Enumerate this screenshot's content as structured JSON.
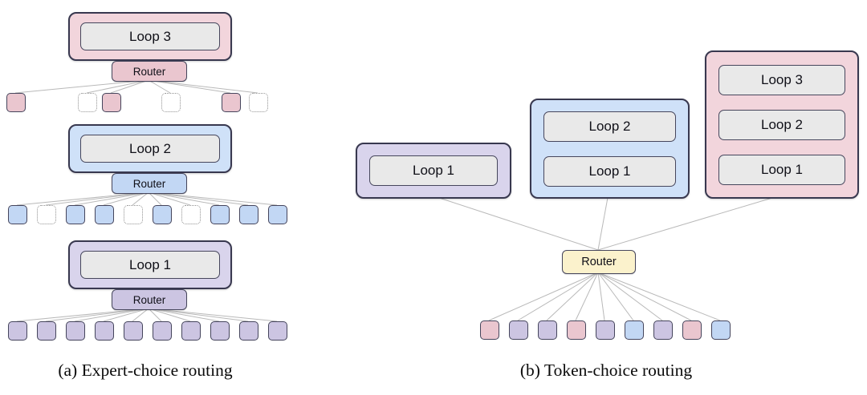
{
  "colors": {
    "outline": "#38384f",
    "inner_outline": "#46465c",
    "inner_fill": "#e9e9e9",
    "token_outline": "#45455c",
    "dotted_outline": "#8f8f8f",
    "line": "#b9b9b9",
    "themes": {
      "pink": {
        "box": "#f2d5dc",
        "accent": "#eac6cf"
      },
      "blue": {
        "box": "#cfe1f8",
        "accent": "#c2d7f4"
      },
      "purple": {
        "box": "#d9d4ec",
        "accent": "#ccc5e2"
      },
      "yellow": {
        "box": "#fbf2cc",
        "accent": "#fbf2cc"
      }
    }
  },
  "panel_a": {
    "caption": "(a) Expert-choice routing",
    "stages": [
      {
        "loop_label": "Loop 3",
        "router_label": "Router",
        "theme": "pink",
        "tokens": [
          {
            "style": "solid",
            "theme": "pink"
          },
          {
            "style": "dotted"
          },
          {
            "style": "solid",
            "theme": "pink"
          },
          {
            "style": "dotted"
          },
          {
            "style": "solid",
            "theme": "pink"
          },
          {
            "style": "dotted"
          }
        ]
      },
      {
        "loop_label": "Loop 2",
        "router_label": "Router",
        "theme": "blue",
        "tokens": [
          {
            "style": "solid",
            "theme": "blue"
          },
          {
            "style": "dotted"
          },
          {
            "style": "solid",
            "theme": "blue"
          },
          {
            "style": "solid",
            "theme": "blue"
          },
          {
            "style": "dotted"
          },
          {
            "style": "solid",
            "theme": "blue"
          },
          {
            "style": "dotted"
          },
          {
            "style": "solid",
            "theme": "blue"
          },
          {
            "style": "solid",
            "theme": "blue"
          },
          {
            "style": "solid",
            "theme": "blue"
          }
        ]
      },
      {
        "loop_label": "Loop 1",
        "router_label": "Router",
        "theme": "purple",
        "tokens": [
          {
            "style": "solid",
            "theme": "purple"
          },
          {
            "style": "solid",
            "theme": "purple"
          },
          {
            "style": "solid",
            "theme": "purple"
          },
          {
            "style": "solid",
            "theme": "purple"
          },
          {
            "style": "solid",
            "theme": "purple"
          },
          {
            "style": "solid",
            "theme": "purple"
          },
          {
            "style": "solid",
            "theme": "purple"
          },
          {
            "style": "solid",
            "theme": "purple"
          },
          {
            "style": "solid",
            "theme": "purple"
          },
          {
            "style": "solid",
            "theme": "purple"
          }
        ]
      }
    ]
  },
  "panel_b": {
    "caption": "(b) Token-choice routing",
    "router_label": "Router",
    "experts": [
      {
        "theme": "purple",
        "loop_labels": [
          "Loop 1"
        ]
      },
      {
        "theme": "blue",
        "loop_labels": [
          "Loop 2",
          "Loop 1"
        ]
      },
      {
        "theme": "pink",
        "loop_labels": [
          "Loop 3",
          "Loop 2",
          "Loop 1"
        ]
      }
    ],
    "tokens": [
      {
        "style": "solid",
        "theme": "pink"
      },
      {
        "style": "solid",
        "theme": "purple"
      },
      {
        "style": "solid",
        "theme": "purple"
      },
      {
        "style": "solid",
        "theme": "pink"
      },
      {
        "style": "solid",
        "theme": "purple"
      },
      {
        "style": "solid",
        "theme": "blue"
      },
      {
        "style": "solid",
        "theme": "purple"
      },
      {
        "style": "solid",
        "theme": "pink"
      },
      {
        "style": "solid",
        "theme": "blue"
      }
    ]
  }
}
